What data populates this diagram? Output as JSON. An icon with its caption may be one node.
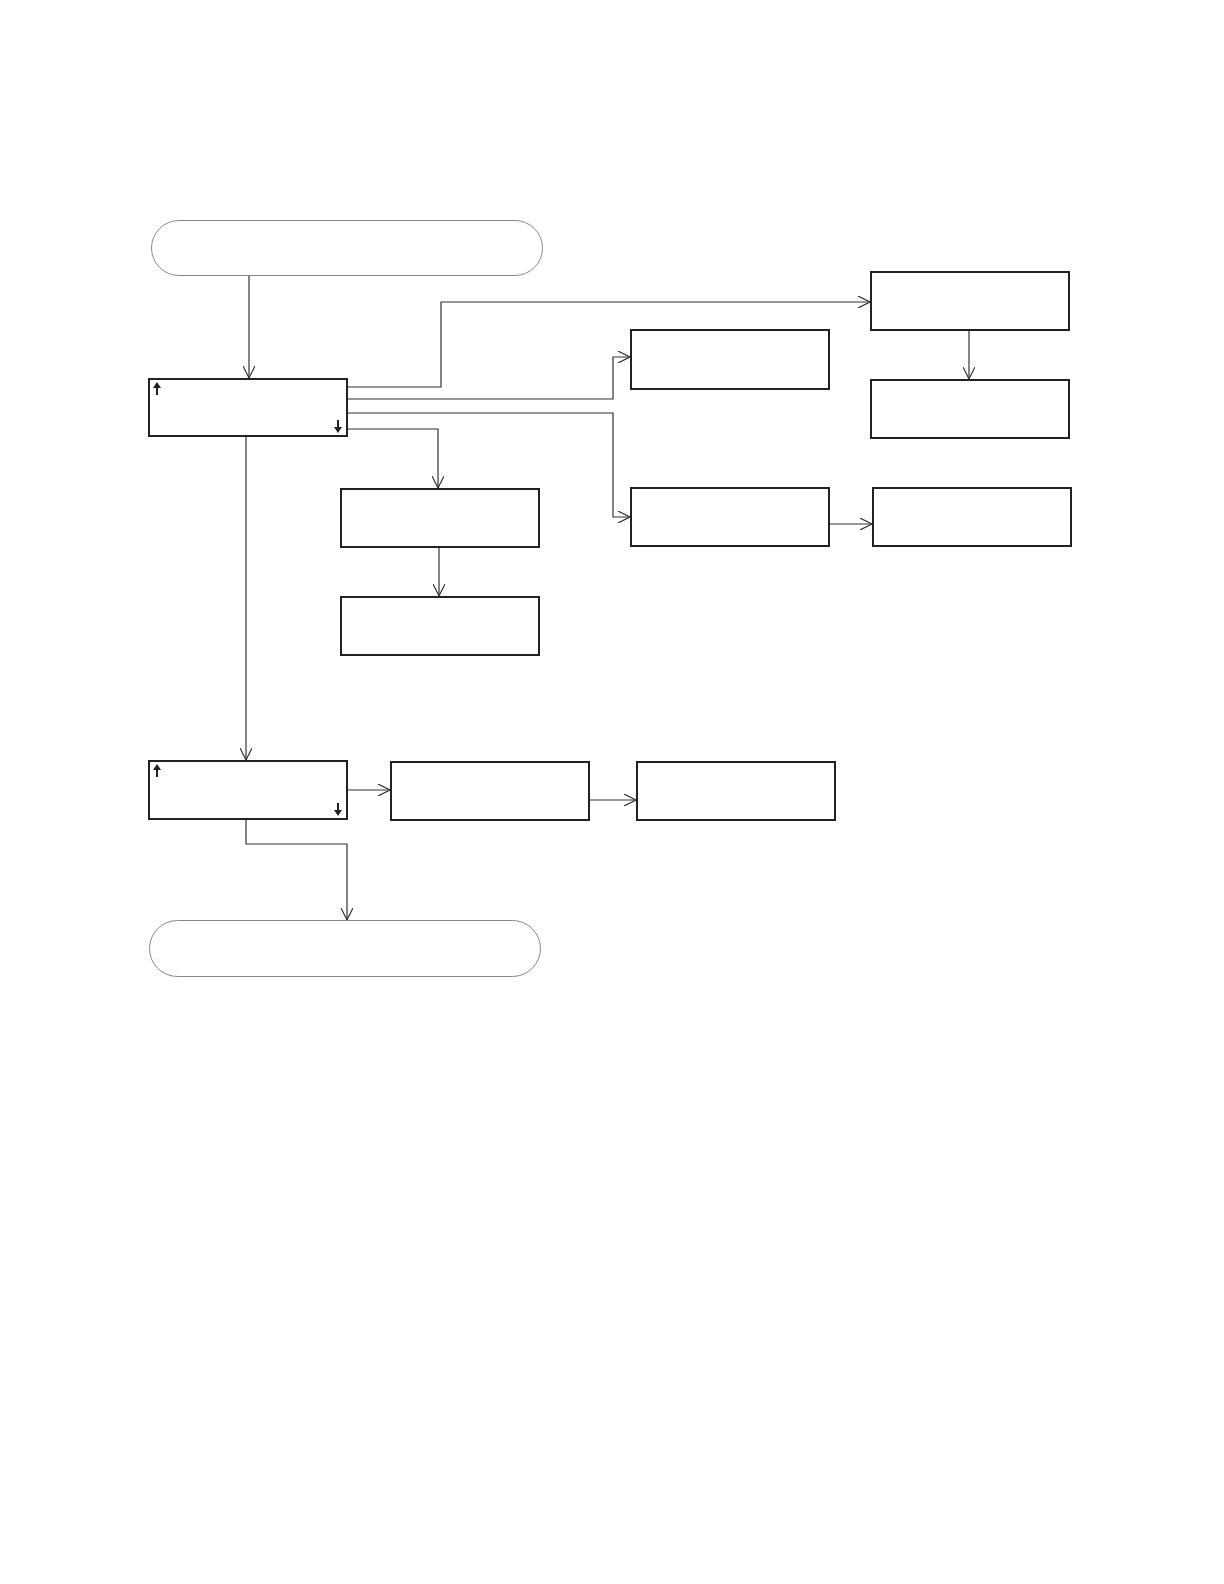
{
  "diagram": {
    "nodes": [
      {
        "text": [],
        "shape": "pill"
      },
      {
        "text": [],
        "shape": "box"
      },
      {
        "text": [],
        "shape": "box"
      },
      {
        "text": [],
        "shape": "box"
      },
      {
        "text": [],
        "shape": "box"
      },
      {
        "text": [],
        "shape": "box"
      },
      {
        "text": [],
        "shape": "box"
      },
      {
        "text": [],
        "shape": "box"
      },
      {
        "text": [],
        "shape": "box"
      },
      {
        "text": [],
        "shape": "box"
      },
      {
        "text": [],
        "shape": "box"
      },
      {
        "text": [],
        "shape": "box"
      },
      {
        "text": [],
        "shape": "pill"
      }
    ],
    "edges": [
      {
        "from": 0,
        "to": 3,
        "arrow": "to"
      },
      {
        "from": 3,
        "to": 1,
        "arrow": "to"
      },
      {
        "from": 3,
        "to": 2,
        "arrow": "to"
      },
      {
        "from": 3,
        "to": 6,
        "arrow": "to"
      },
      {
        "from": 3,
        "to": 5,
        "arrow": "to"
      },
      {
        "from": 1,
        "to": 4,
        "arrow": "to"
      },
      {
        "from": 6,
        "to": 7,
        "arrow": "to"
      },
      {
        "from": 5,
        "to": 8,
        "arrow": "to"
      },
      {
        "from": 3,
        "to": 9,
        "arrow": "to"
      },
      {
        "from": 9,
        "to": 10,
        "arrow": "to"
      },
      {
        "from": 10,
        "to": 11,
        "arrow": "to"
      },
      {
        "from": 9,
        "to": 12,
        "arrow": "to"
      }
    ]
  }
}
